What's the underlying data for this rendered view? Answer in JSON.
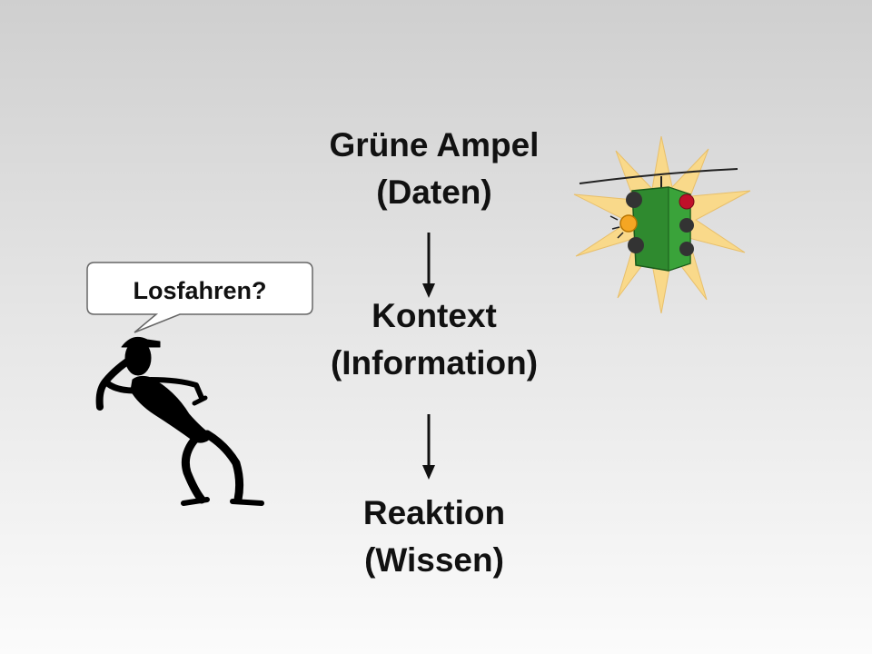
{
  "flow": {
    "step1": {
      "line1": "Grüne Ampel",
      "line2": "(Daten)"
    },
    "step2": {
      "line1": "Kontext",
      "line2": "(Information)"
    },
    "step3": {
      "line1": "Reaktion",
      "line2": "(Wissen)"
    }
  },
  "speech_bubble": {
    "text": "Losfahren?"
  },
  "icons": [
    "traffic-light-icon",
    "person-figure-icon",
    "arrow-down-icon"
  ],
  "colors": {
    "light_housing": "#2f8a2f",
    "light_red": "#c0102a",
    "light_amber": "#f5a623",
    "sunburst": "#f9d98a",
    "text": "#111111"
  }
}
